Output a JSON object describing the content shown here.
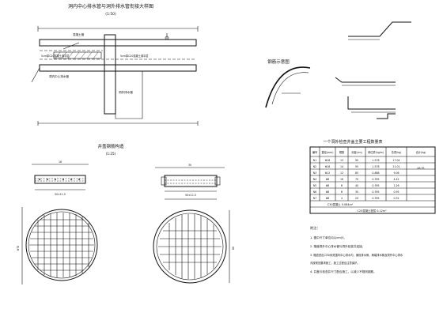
{
  "titles": {
    "pipe_detail": "洞内中心排水管与洞外排水管衔接大样图",
    "pipe_detail_scale": "(1:50)",
    "rebar_sketch": "钢筋示意图",
    "cover_rebar": "井盖钢筋构造",
    "cover_rebar_scale": "(1:25)",
    "quantity_table": "一个洞外检查井盖主要工程数量表"
  },
  "pipe_labels": {
    "label_1": "混凝土管",
    "label_2": "5cm厚C20混凝土调平层",
    "label_3": "洞内中心排水管",
    "label_4": "洞外排水管"
  },
  "notes": {
    "title": "附注：",
    "lines": [
      "1. 图中尺寸单位均以cm计。",
      "2. 隧道洞外中心排水管与洞外检查井连接。",
      "3. 隧道进出口30米范围内中心排水沟，铺设排水管，两端排水管及洞外中心排水",
      "   沟按规范要求施工，施工过程应注意保护。",
      "4. 井盖与检查井尺寸配合施工，以减少不规则钢筋。"
    ]
  },
  "table": {
    "headers": [
      "编号",
      "直径(mm)",
      "根数",
      "长度(cm)",
      "单位重(kg/m)",
      "总重(kg)",
      "合计(kg)"
    ],
    "rows": [
      [
        "N1",
        "Φ16",
        "12",
        "90",
        "1.578",
        "17.04",
        "46.35"
      ],
      [
        "N2",
        "Φ16",
        "14",
        "95",
        "1.578",
        "21.01",
        ""
      ],
      [
        "N3",
        "Φ12",
        "12",
        "85",
        "0.888",
        "9.06",
        ""
      ],
      [
        "N4",
        "Φ8",
        "16",
        "70",
        "0.395",
        "4.42",
        ""
      ],
      [
        "N5",
        "Φ8",
        "8",
        "40",
        "0.395",
        "1.26",
        ""
      ],
      [
        "N6",
        "Φ8",
        "8",
        "30",
        "0.395",
        "0.95",
        ""
      ],
      [
        "N7",
        "Φ8",
        "4",
        "20",
        "0.395",
        "0.32",
        ""
      ]
    ],
    "footer_1": "C30混凝土 0.084m³",
    "footer_2": "C25混凝土垫层 0.12m³"
  },
  "dims": {
    "top_1": "16",
    "top_2": "30",
    "elev_a": "50×11.5",
    "elev_b": "50×11.5",
    "plan_dia": "Φ78",
    "plan_b": "60"
  },
  "colors": {
    "ink": "#111111",
    "paper": "#ffffff"
  }
}
